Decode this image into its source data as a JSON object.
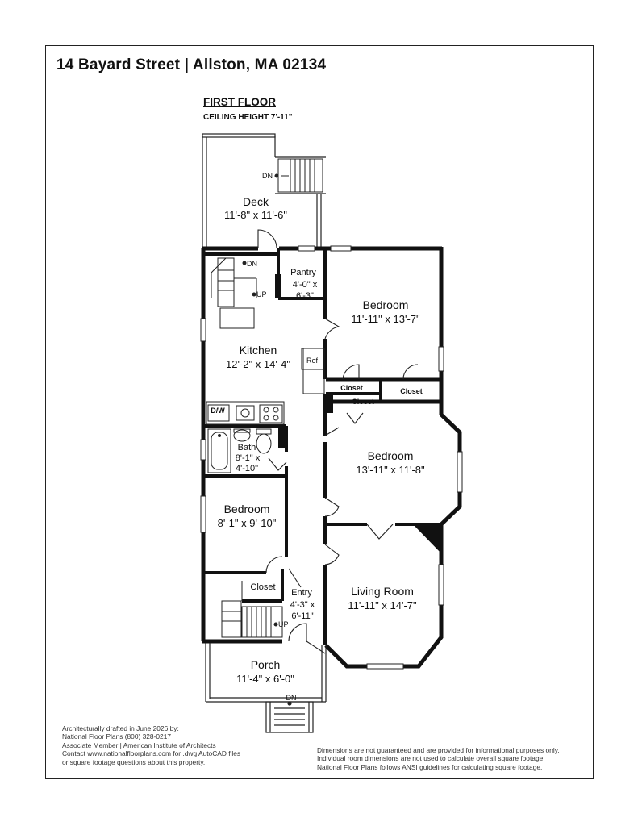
{
  "header": {
    "address": "14 Bayard Street | Allston, MA 02134",
    "floor_title": "FIRST FLOOR",
    "ceiling_height": "CEILING HEIGHT 7'-11\""
  },
  "rooms": {
    "deck": {
      "name": "Deck",
      "dims": "11'-8\" x 11'-6\""
    },
    "pantry": {
      "name": "Pantry",
      "dims_1": "4'-0\" x",
      "dims_2": "6'-3\""
    },
    "bedroom_1": {
      "name": "Bedroom",
      "dims": "11'-11\" x 13'-7\""
    },
    "kitchen": {
      "name": "Kitchen",
      "dims": "12'-2\" x 14'-4\""
    },
    "bedroom_2": {
      "name": "Bedroom",
      "dims": "13'-11\" x 11'-8\""
    },
    "bath": {
      "name": "Bath",
      "dims_1": "8'-1\" x",
      "dims_2": "4'-10\""
    },
    "bedroom_3": {
      "name": "Bedroom",
      "dims": "8'-1\" x 9'-10\""
    },
    "entry": {
      "name": "Entry",
      "dims_1": "4'-3\" x",
      "dims_2": "6'-11\""
    },
    "living_room": {
      "name": "Living Room",
      "dims": "11'-11\" x 14'-7\""
    },
    "porch": {
      "name": "Porch",
      "dims": "11'-4\" x 6'-0\""
    }
  },
  "labels": {
    "closet": "Closet",
    "ref": "Ref",
    "dw": "D/W",
    "dn": "DN",
    "up": "UP"
  },
  "footer": {
    "left": [
      "Architecturally drafted in June 2026 by:",
      "National Floor Plans  (800) 328-0217",
      "Associate Member | American Institute of Architects",
      "Contact www.nationalfloorplans.com for .dwg AutoCAD files",
      "or square footage questions about this property."
    ],
    "right": [
      "Dimensions are not guaranteed and are provided for informational purposes only.",
      "Individual room dimensions are not used to calculate overall square footage.",
      "National Floor Plans follows ANSI guidelines for calculating square footage."
    ]
  }
}
